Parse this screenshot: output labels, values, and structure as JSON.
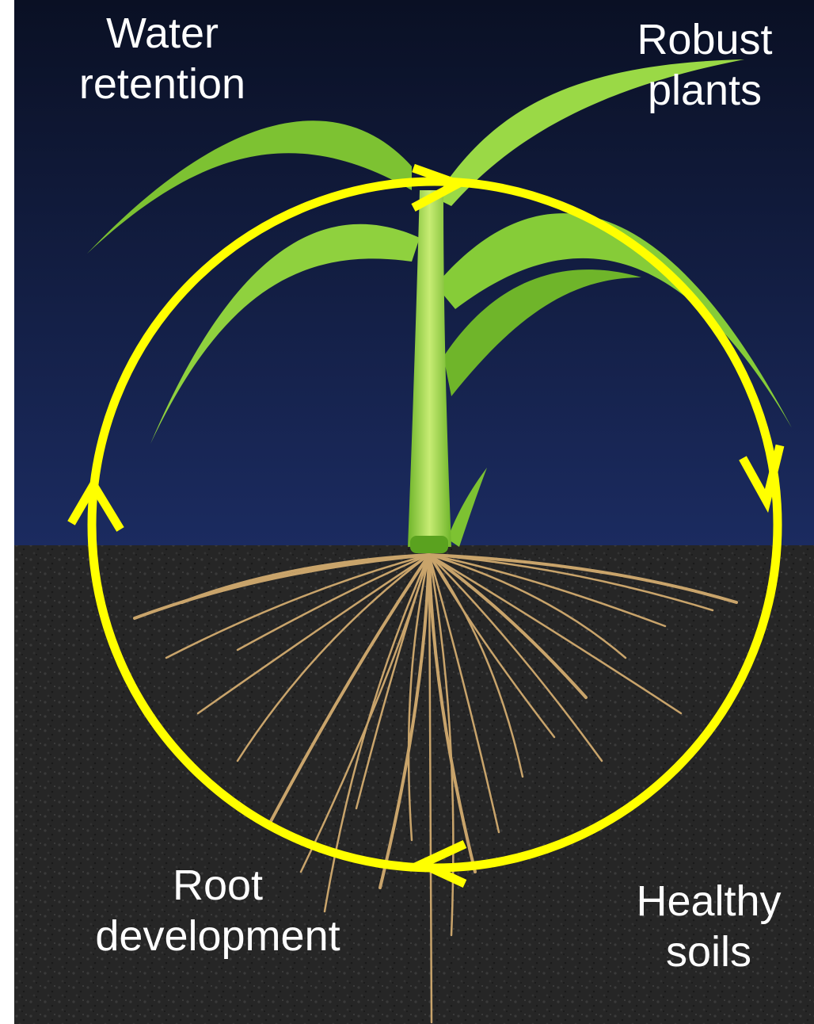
{
  "labels": {
    "water_retention": [
      "Water",
      "retention"
    ],
    "robust_plants": [
      "Robust",
      "plants"
    ],
    "root_development": [
      "Root",
      "development"
    ],
    "healthy_soils": [
      "Healthy",
      "soils"
    ]
  },
  "colors": {
    "sky_top": "#0b1226",
    "sky_bottom": "#1a2a5e",
    "soil": "#262626",
    "leaf": "#8ccf3a",
    "root": "#c9a46b",
    "cycle": "#ffff00",
    "label_text": "#ffffff"
  },
  "cycle": {
    "direction": "clockwise",
    "stages": [
      "Robust plants",
      "Healthy soils",
      "Root development",
      "Water retention"
    ]
  }
}
